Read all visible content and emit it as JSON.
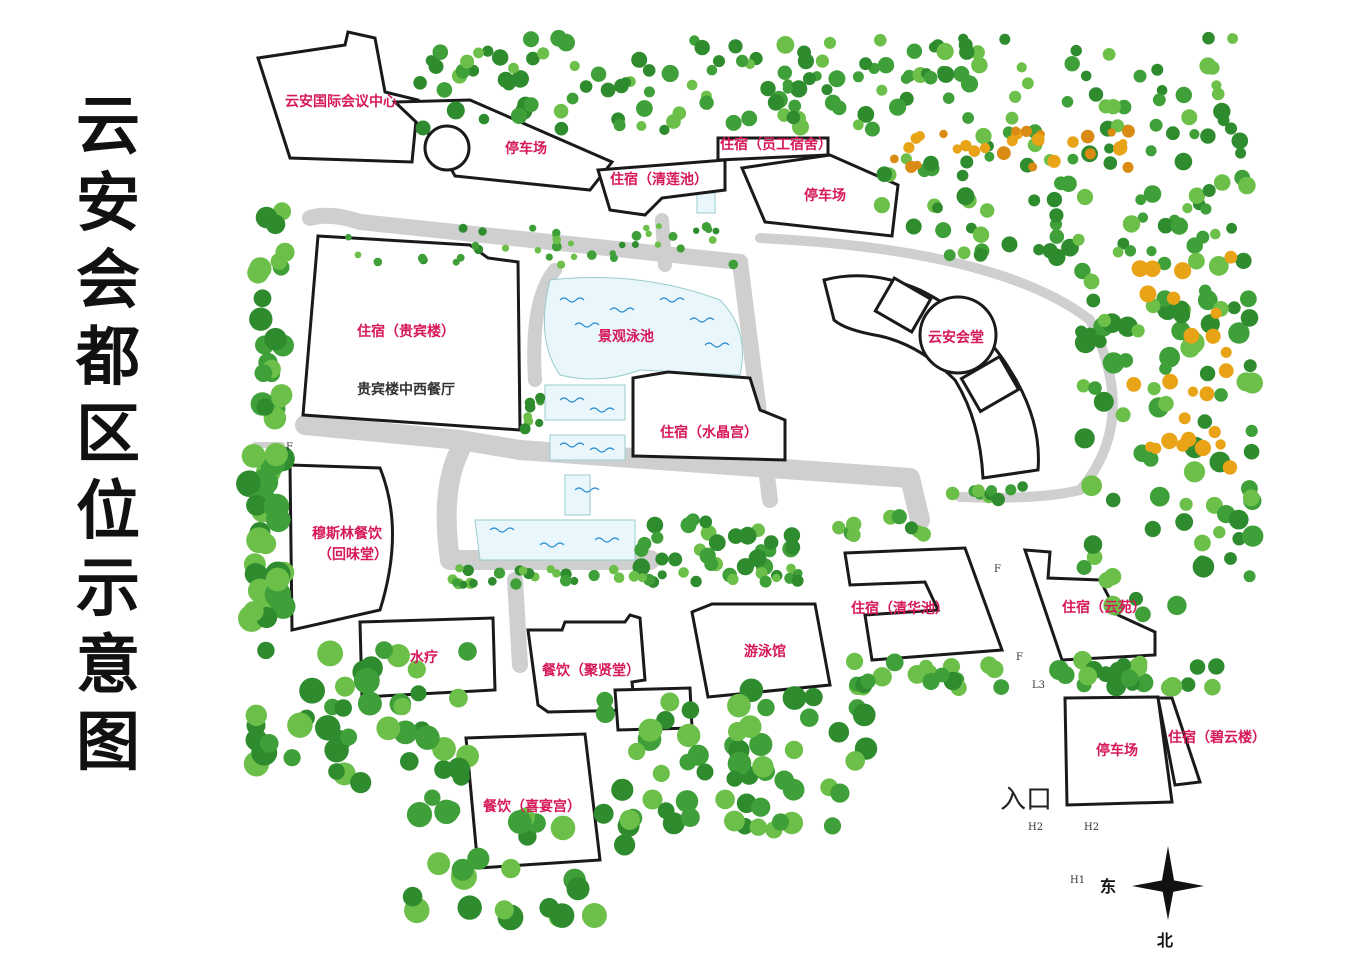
{
  "title_chars": [
    "云",
    "安",
    "会",
    "都",
    "区",
    "位",
    "示",
    "意",
    "图"
  ],
  "labels": {
    "convention_center": "云安国际会议中心",
    "parking_north": "停车场",
    "qinglianchi": "住宿（清莲池）",
    "staff_dorm": "住宿（员工宿舍）",
    "parking_ne": "停车场",
    "guibinlou": "住宿（贵宾楼）",
    "guibin_restaurant": "贵宾楼中西餐厅",
    "landscape_pool": "景观泳池",
    "shuijinggong": "住宿（水晶宫）",
    "yunan_hall": "云安会堂",
    "muslim_dining": "穆斯林餐饮",
    "huiweitang": "（回味堂）",
    "spa": "水疗",
    "juxiantang": "餐饮（聚贤堂）",
    "natatorium": "游泳馆",
    "qinghuachi": "住宿（清华池）",
    "yunyuan": "住宿（云苑）",
    "xiyangong": "餐饮（喜宴宫）",
    "parking_entrance": "停车场",
    "biyunlou": "住宿（碧云楼）",
    "entrance": "入口"
  },
  "markers": {
    "f1": "F",
    "f2": "F",
    "f3": "F",
    "l3": "L3",
    "h2a": "H2",
    "h2b": "H2",
    "h1": "H1"
  },
  "compass": {
    "east": "东",
    "north": "北"
  },
  "colors": {
    "label": "#d6185a",
    "road": "#cfcfcf",
    "tree_dark": "#2e8b2e",
    "tree_light": "#6cc04a",
    "flower": "#e8a317"
  }
}
